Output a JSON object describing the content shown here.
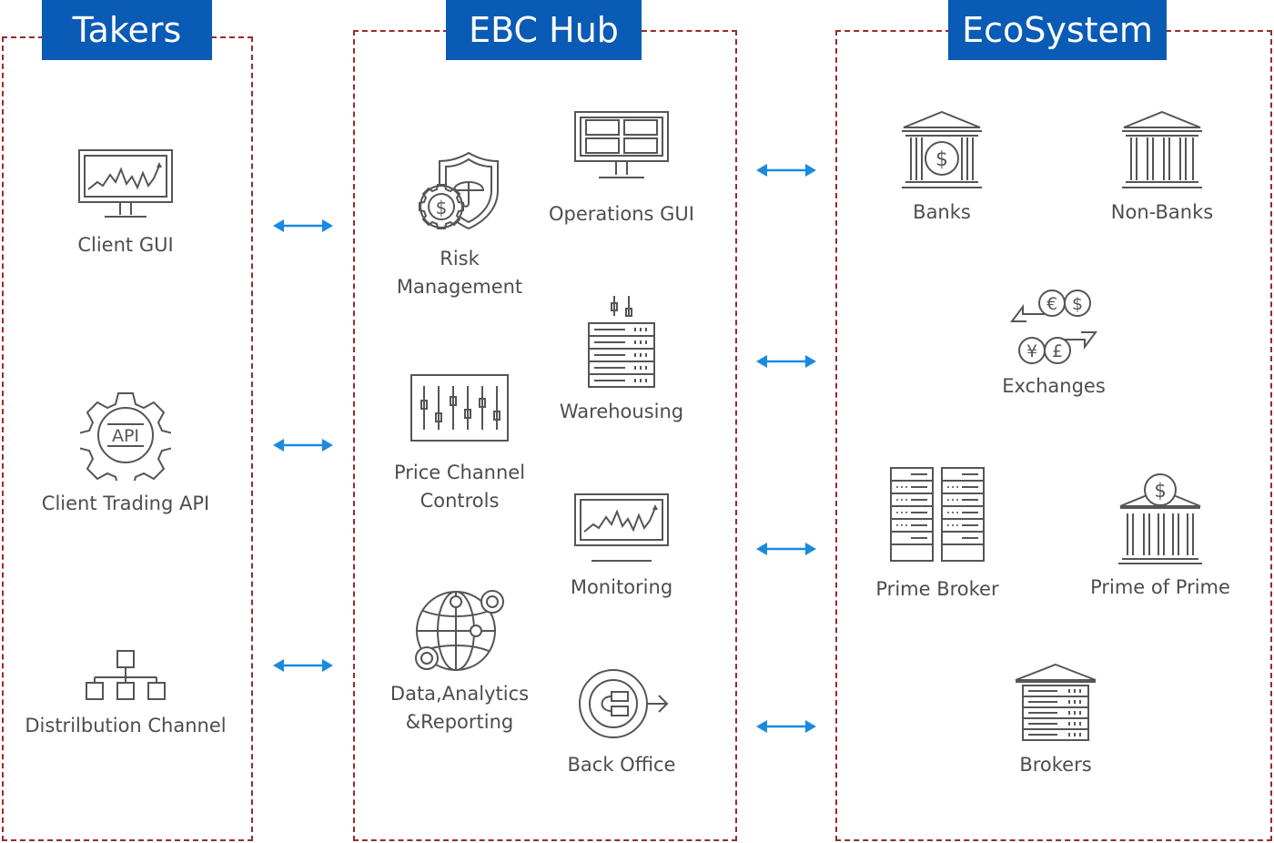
{
  "columns": {
    "takers": {
      "title": "Takers",
      "items": [
        {
          "label": "Client GUI",
          "icon": "monitor-chart-icon"
        },
        {
          "label": "Client Trading API",
          "icon": "gear-api-icon"
        },
        {
          "label": "Distrilbution Channel",
          "icon": "hierarchy-icon"
        }
      ]
    },
    "hub": {
      "title": "EBC Hub",
      "items": [
        {
          "label_lines": [
            "Risk",
            "Management"
          ],
          "icon": "shield-umbrella-gear-icon"
        },
        {
          "label": "Operations GUI",
          "icon": "monitor-grid-icon"
        },
        {
          "label": "Warehousing",
          "icon": "server-rack-icon"
        },
        {
          "label_lines": [
            "Price Channel",
            "Controls"
          ],
          "icon": "sliders-icon"
        },
        {
          "label": "Monitoring",
          "icon": "monitor-chart-icon"
        },
        {
          "label_lines": [
            "Data,Analytics",
            "&Reporting"
          ],
          "icon": "globe-network-icon"
        },
        {
          "label": "Back Office",
          "icon": "back-office-icon"
        }
      ]
    },
    "ecosystem": {
      "title": "EcoSystem",
      "items": [
        {
          "label": "Banks",
          "icon": "bank-dollar-icon"
        },
        {
          "label": "Non-Banks",
          "icon": "bank-icon"
        },
        {
          "label": "Exchanges",
          "icon": "currency-exchange-icon"
        },
        {
          "label": "Prime Broker",
          "icon": "server-pair-icon"
        },
        {
          "label": "Prime of Prime",
          "icon": "bank-dollar-top-icon"
        },
        {
          "label": "Brokers",
          "icon": "server-house-icon"
        }
      ]
    }
  },
  "colors": {
    "accent": "#0a5bb5",
    "border": "#9a2a2a",
    "arrow": "#1a8ae0",
    "icon": "#555555",
    "text": "#4d4d4d"
  }
}
